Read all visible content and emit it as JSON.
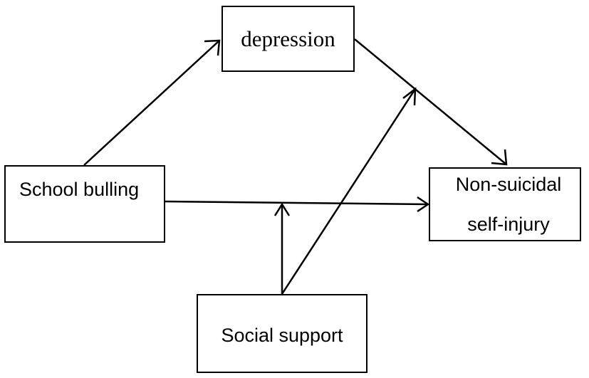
{
  "nodes": {
    "depression": "depression",
    "school_bullying": "School bulling",
    "nssi_line1": "Non-suicidal",
    "nssi_line2": "self-injury",
    "social_support": "Social support"
  },
  "edges": [
    {
      "from": "School bulling",
      "to": "depression"
    },
    {
      "from": "depression",
      "to": "Non-suicidal self-injury"
    },
    {
      "from": "School bulling",
      "to": "Non-suicidal self-injury"
    },
    {
      "from": "Social support",
      "to": "School bulling → Non-suicidal self-injury path"
    },
    {
      "from": "Social support",
      "to": "depression → Non-suicidal self-injury path"
    }
  ],
  "colors": {
    "line": "#000000",
    "background": "#ffffff"
  }
}
